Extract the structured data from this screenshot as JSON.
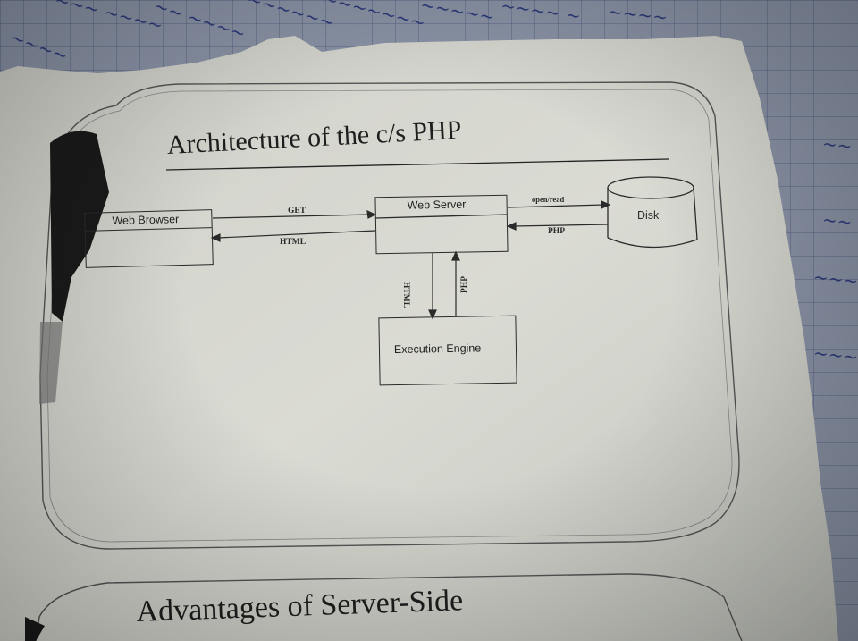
{
  "slide1": {
    "title": "Architecture of the c/s PHP",
    "nodes": {
      "web_browser": "Web Browser",
      "web_server": "Web Server",
      "disk": "Disk",
      "execution_engine": "Execution Engine"
    },
    "arrows": {
      "get": "GET",
      "html_left": "HTML",
      "open_read": "open/read",
      "php_right": "PHP",
      "html_down": "HTML",
      "php_up": "PHP"
    }
  },
  "slide2": {
    "title": "Advantages of Server-Side"
  },
  "colors": {
    "paper": "#dcdcd4",
    "ink": "#2a2a2a",
    "handwriting": "#2c3a7a"
  }
}
